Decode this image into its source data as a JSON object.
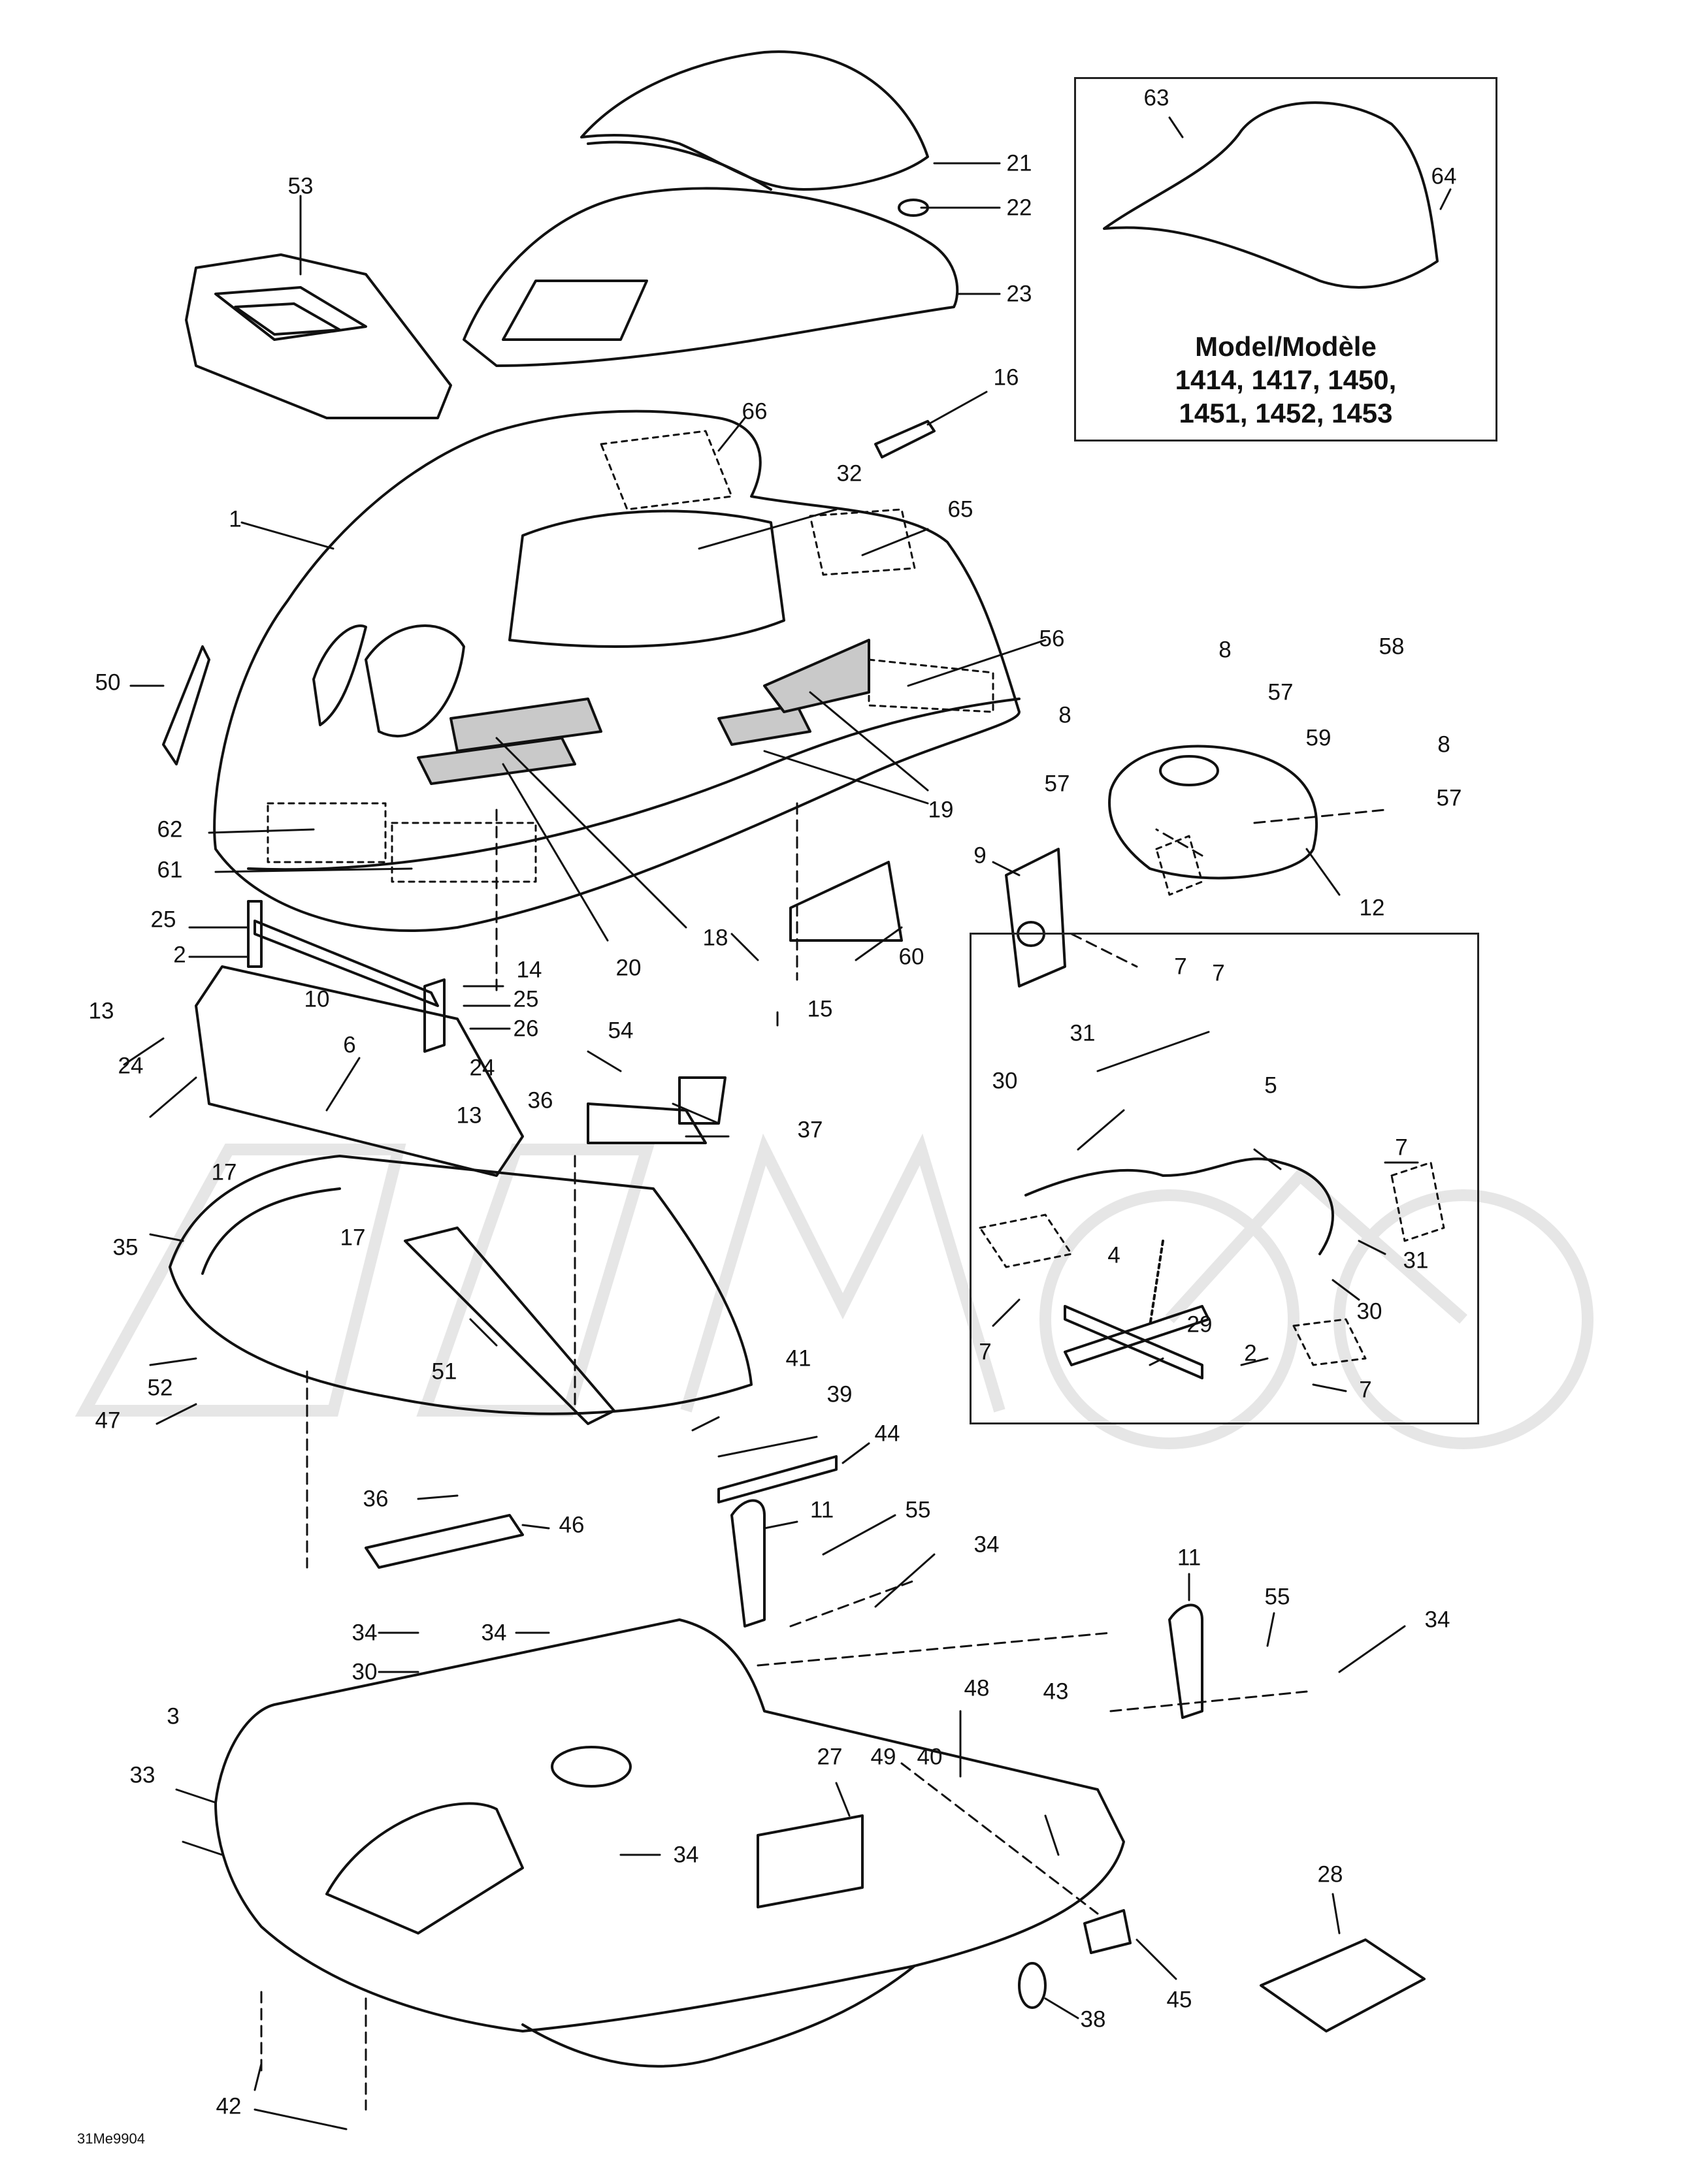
{
  "model_box": {
    "line1": "Model/Modèle",
    "line2": "1414, 1417, 1450,",
    "line3": "1451, 1452, 1453"
  },
  "drawing_code": "31Me9904",
  "callouts": [
    {
      "id": "c63",
      "text": "63"
    },
    {
      "id": "c64",
      "text": "64"
    },
    {
      "id": "c21",
      "text": "21"
    },
    {
      "id": "c22",
      "text": "22"
    },
    {
      "id": "c23",
      "text": "23"
    },
    {
      "id": "c53",
      "text": "53"
    },
    {
      "id": "c16",
      "text": "16"
    },
    {
      "id": "c66",
      "text": "66"
    },
    {
      "id": "c32",
      "text": "32"
    },
    {
      "id": "c65",
      "text": "65"
    },
    {
      "id": "c1",
      "text": "1"
    },
    {
      "id": "c56",
      "text": "56"
    },
    {
      "id": "c50",
      "text": "50"
    },
    {
      "id": "c8a",
      "text": "8"
    },
    {
      "id": "c58",
      "text": "58"
    },
    {
      "id": "c57a",
      "text": "57"
    },
    {
      "id": "c8b",
      "text": "8"
    },
    {
      "id": "c59",
      "text": "59"
    },
    {
      "id": "c8c",
      "text": "8"
    },
    {
      "id": "c57b",
      "text": "57"
    },
    {
      "id": "c57c",
      "text": "57"
    },
    {
      "id": "c19",
      "text": "19"
    },
    {
      "id": "c62",
      "text": "62"
    },
    {
      "id": "c61",
      "text": "61"
    },
    {
      "id": "c9",
      "text": "9"
    },
    {
      "id": "c12",
      "text": "12"
    },
    {
      "id": "c25a",
      "text": "25"
    },
    {
      "id": "c2a",
      "text": "2"
    },
    {
      "id": "c18",
      "text": "18"
    },
    {
      "id": "c60",
      "text": "60"
    },
    {
      "id": "c20",
      "text": "20"
    },
    {
      "id": "c14",
      "text": "14"
    },
    {
      "id": "c7a",
      "text": "7"
    },
    {
      "id": "c10",
      "text": "10"
    },
    {
      "id": "c25b",
      "text": "25"
    },
    {
      "id": "c26",
      "text": "26"
    },
    {
      "id": "c15",
      "text": "15"
    },
    {
      "id": "c13a",
      "text": "13"
    },
    {
      "id": "c6",
      "text": "6"
    },
    {
      "id": "c54",
      "text": "54"
    },
    {
      "id": "c24a",
      "text": "24"
    },
    {
      "id": "c24b",
      "text": "24"
    },
    {
      "id": "c36a",
      "text": "36"
    },
    {
      "id": "c37",
      "text": "37"
    },
    {
      "id": "c13b",
      "text": "13"
    },
    {
      "id": "c17a",
      "text": "17"
    },
    {
      "id": "c17b",
      "text": "17"
    },
    {
      "id": "c35",
      "text": "35"
    },
    {
      "id": "c51",
      "text": "51"
    },
    {
      "id": "c52",
      "text": "52"
    },
    {
      "id": "c47",
      "text": "47"
    },
    {
      "id": "c41",
      "text": "41"
    },
    {
      "id": "c39",
      "text": "39"
    },
    {
      "id": "c44",
      "text": "44"
    },
    {
      "id": "c36b",
      "text": "36"
    },
    {
      "id": "c46",
      "text": "46"
    },
    {
      "id": "c11a",
      "text": "11"
    },
    {
      "id": "c55a",
      "text": "55"
    },
    {
      "id": "c34a",
      "text": "34"
    },
    {
      "id": "c11b",
      "text": "11"
    },
    {
      "id": "c55b",
      "text": "55"
    },
    {
      "id": "c34b",
      "text": "34"
    },
    {
      "id": "c34c",
      "text": "34"
    },
    {
      "id": "c34d",
      "text": "34"
    },
    {
      "id": "c30a",
      "text": "30"
    },
    {
      "id": "c48",
      "text": "48"
    },
    {
      "id": "c43",
      "text": "43"
    },
    {
      "id": "c3",
      "text": "3"
    },
    {
      "id": "c33",
      "text": "33"
    },
    {
      "id": "c49",
      "text": "49"
    },
    {
      "id": "c40",
      "text": "40"
    },
    {
      "id": "c27",
      "text": "27"
    },
    {
      "id": "c28",
      "text": "28"
    },
    {
      "id": "c34e",
      "text": "34"
    },
    {
      "id": "c45",
      "text": "45"
    },
    {
      "id": "c38",
      "text": "38"
    },
    {
      "id": "c42",
      "text": "42"
    },
    {
      "id": "c7b",
      "text": "7"
    },
    {
      "id": "c31a",
      "text": "31"
    },
    {
      "id": "c30b",
      "text": "30"
    },
    {
      "id": "c5",
      "text": "5"
    },
    {
      "id": "c7c",
      "text": "7"
    },
    {
      "id": "c4",
      "text": "4"
    },
    {
      "id": "c31b",
      "text": "31"
    },
    {
      "id": "c30c",
      "text": "30"
    },
    {
      "id": "c7d",
      "text": "7"
    },
    {
      "id": "c29",
      "text": "29"
    },
    {
      "id": "c2b",
      "text": "2"
    },
    {
      "id": "c7e",
      "text": "7"
    }
  ]
}
